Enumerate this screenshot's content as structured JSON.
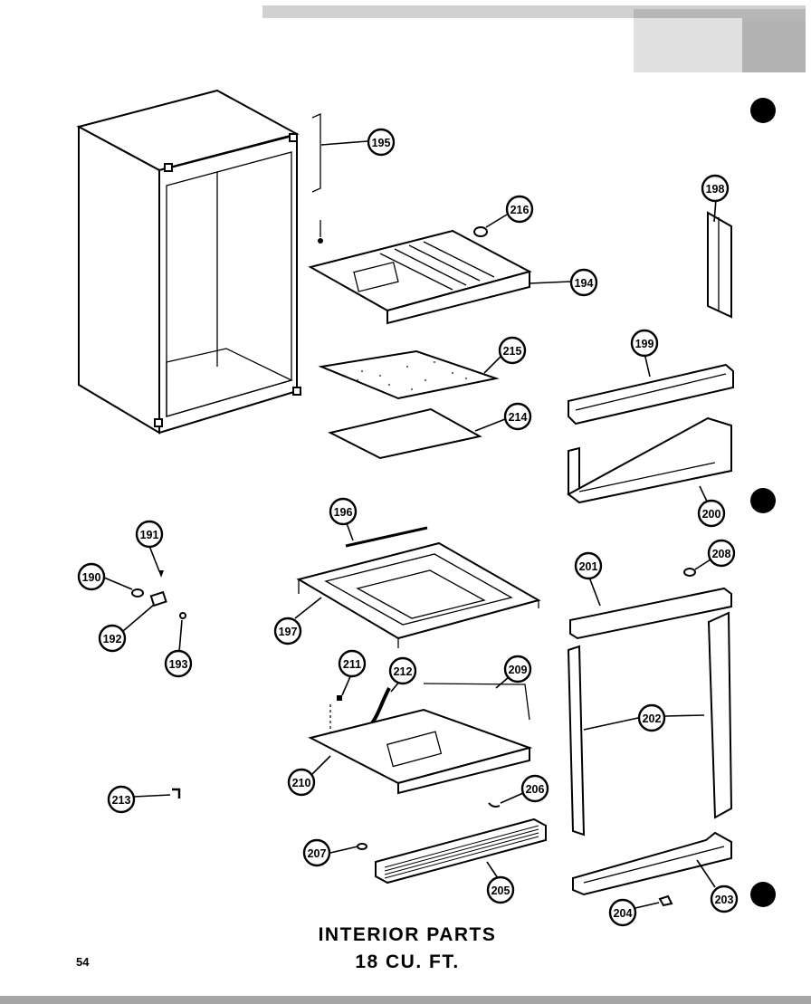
{
  "title": {
    "line1": "INTERIOR PARTS",
    "line2": "18 CU. FT."
  },
  "page_number": "54",
  "callouts": [
    "195",
    "216",
    "194",
    "215",
    "214",
    "198",
    "199",
    "200",
    "196",
    "197",
    "191",
    "190",
    "192",
    "193",
    "201",
    "208",
    "202",
    "211",
    "212",
    "209",
    "210",
    "213",
    "206",
    "207",
    "205",
    "203",
    "204"
  ],
  "colors": {
    "ink": "#000000",
    "paper": "#ffffff"
  }
}
